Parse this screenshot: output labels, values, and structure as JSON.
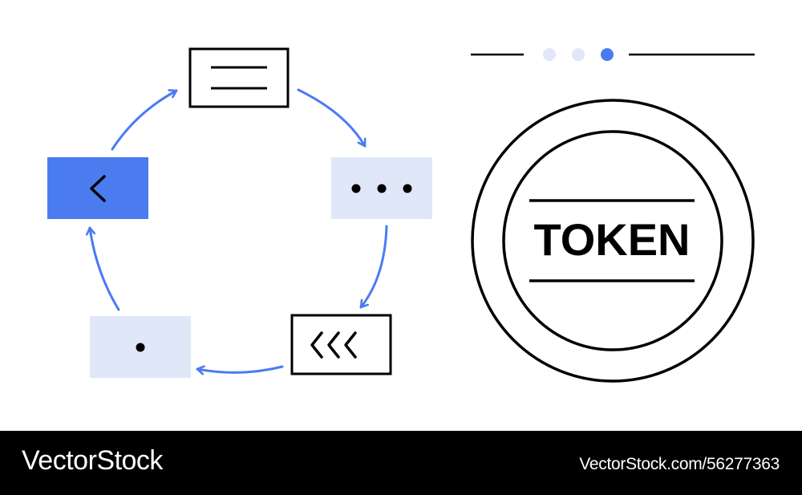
{
  "token": {
    "label": "TOKEN"
  },
  "footer": {
    "brand": "VectorStock",
    "stock_id": "VectorStock.com/56277363"
  },
  "colors": {
    "accent": "#4a7cf0",
    "accent_light": "#dfe7f8",
    "ink": "#000000",
    "background": "#ffffff"
  },
  "icons": [
    "menu-lines-icon",
    "ellipsis-icon",
    "triple-chevron-left-icon",
    "dot-icon",
    "chevron-left-icon",
    "cycle-arrow-icon",
    "token-coin-icon"
  ]
}
